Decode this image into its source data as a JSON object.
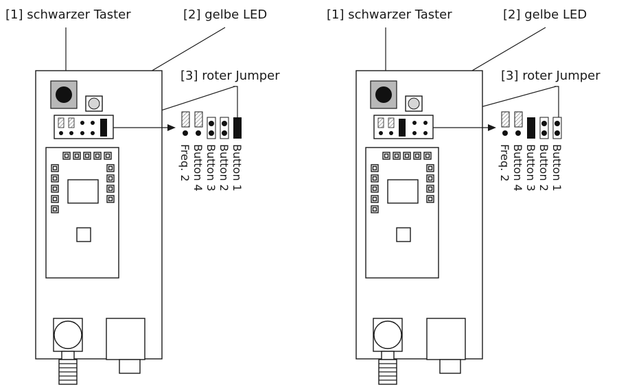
{
  "diagrams": [
    {
      "labels": {
        "taster": "[1] schwarzer Taster",
        "led": "[2] gelbe LED",
        "jumper": "[3] roter Jumper"
      },
      "pins": [
        "Freq. 2",
        "Button 4",
        "Button 3",
        "Button 2",
        "Button 1"
      ],
      "jumper_position": "Button 1"
    },
    {
      "labels": {
        "taster": "[1] schwarzer Taster",
        "led": "[2] gelbe LED",
        "jumper": "[3] roter Jumper"
      },
      "pins": [
        "Freq. 2",
        "Button 4",
        "Button 3",
        "Button 2",
        "Button 1"
      ],
      "jumper_position": "Button 3"
    }
  ],
  "colors": {
    "ink": "#1a1a1a",
    "board": "#ffffff",
    "taster_base": "#b8b8b8",
    "led": "#d0d0d0",
    "hatch": "#9a9a9a"
  }
}
